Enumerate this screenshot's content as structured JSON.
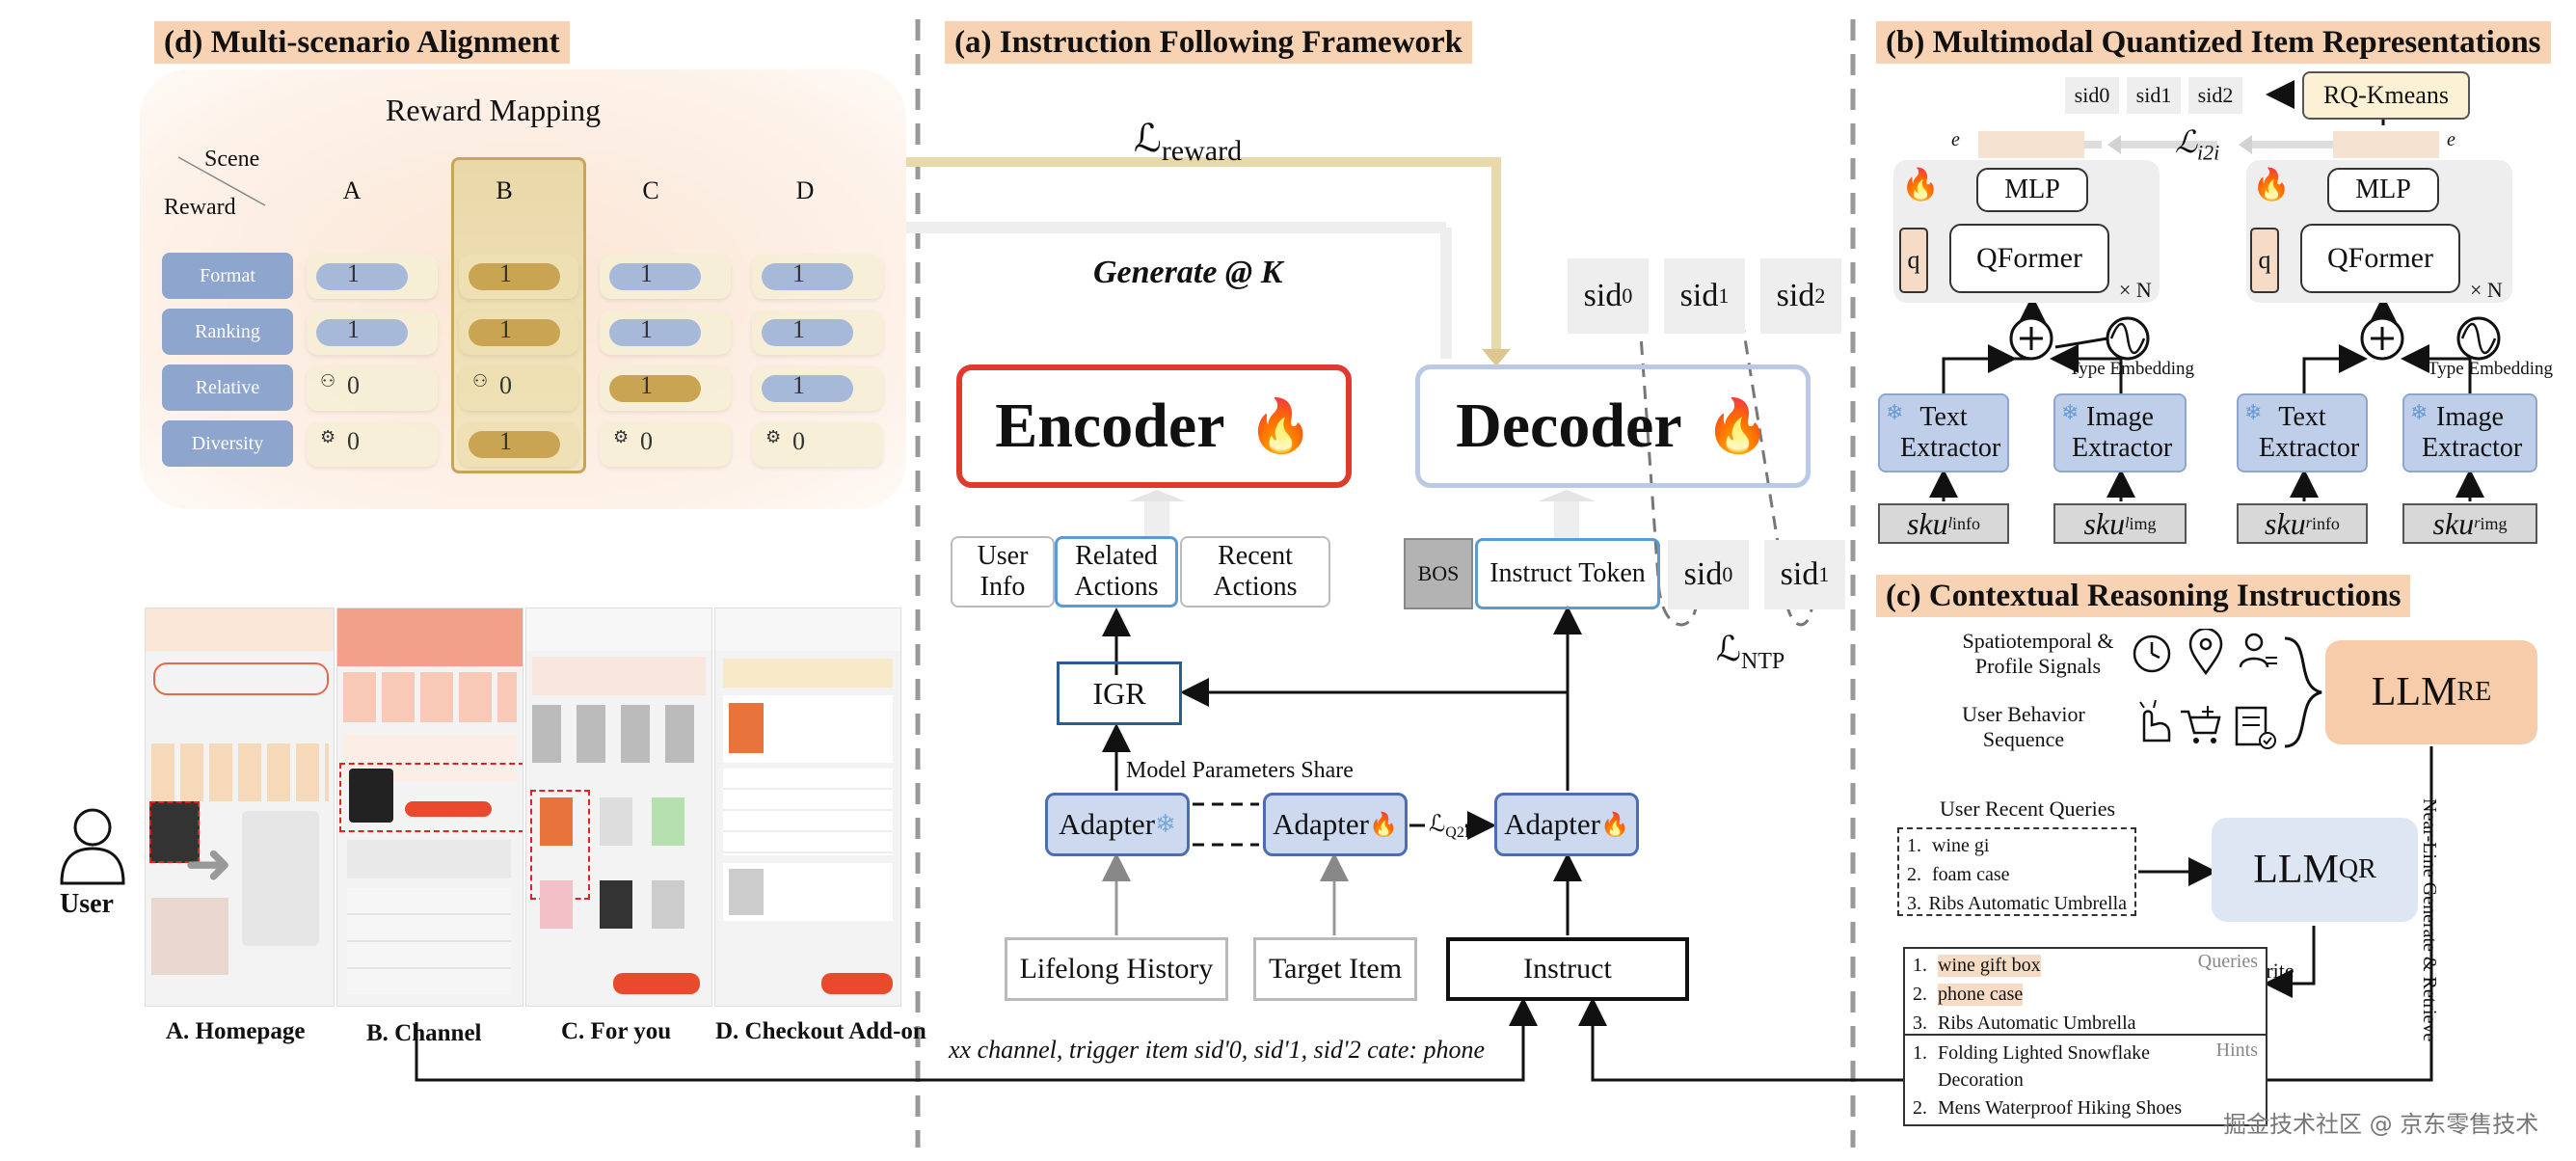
{
  "titles": {
    "d": "(d) Multi-scenario Alignment",
    "a": "(a) Instruction Following Framework",
    "b": "(b) Multimodal Quantized Item Representations",
    "c": "(c) Contextual Reasoning Instructions"
  },
  "reward_mapping": {
    "title": "Reward Mapping",
    "corner_scene": "Scene",
    "corner_reward": "Reward",
    "scenes": [
      "A",
      "B",
      "C",
      "D"
    ],
    "rows": [
      {
        "label": "Format",
        "values": [
          "1",
          "1",
          "1",
          "1"
        ]
      },
      {
        "label": "Ranking",
        "values": [
          "1",
          "1",
          "1",
          "1"
        ]
      },
      {
        "label": "Relative",
        "values": [
          "0",
          "0",
          "1",
          "1"
        ]
      },
      {
        "label": "Diversity",
        "values": [
          "0",
          "1",
          "0",
          "0"
        ]
      }
    ]
  },
  "screens": {
    "captions": [
      "A. Homepage",
      "B. Channel",
      "C. For you",
      "D. Checkout Add-on"
    ],
    "user_label": "User"
  },
  "framework": {
    "reward_label": "ℒ",
    "reward_sub": "reward",
    "generate": "Generate @ K",
    "encoder": "Encoder",
    "decoder": "Decoder",
    "fire": "🔥",
    "snow": "❄",
    "inputs": [
      "User Info",
      "Related Actions",
      "Recent Actions"
    ],
    "igr": "IGR",
    "share": "Model Parameters Share",
    "adapter": "Adapter",
    "q2i": "ℒ",
    "q2i_sub": "Q2I",
    "lifelong": "Lifelong History",
    "target": "Target Item",
    "instruct": "Instruct",
    "bos": "BOS",
    "instruct_token": "Instruct Token",
    "sid": "sid",
    "sid_subs": [
      "0",
      "1",
      "2"
    ],
    "ntp": "ℒ",
    "ntp_sub": "NTP",
    "bottom_text": "xx channel, trigger item sid'0, sid'1, sid'2 cate: phone"
  },
  "quantized": {
    "rq": "RQ-Kmeans",
    "sids": [
      "sid0",
      "sid1",
      "sid2"
    ],
    "i2i": "ℒ",
    "i2i_sub": "i2i",
    "mlp": "MLP",
    "qformer": "QFormer",
    "q": "q",
    "times_n": "× N",
    "type_embedding": "Type Embedding",
    "text_extractor": "Text Extractor",
    "image_extractor": "Image Extractor",
    "e_left": "e",
    "e_right": "e",
    "sku": "sku",
    "sku_sups": [
      "l",
      "l",
      "r",
      "r"
    ],
    "sku_subs": [
      "info",
      "img",
      "info",
      "img"
    ]
  },
  "reasoning": {
    "signals": "Spatiotemporal & Profile Signals",
    "behavior": "User Behavior Sequence",
    "llm_re": "LLM",
    "llm_re_sub": "RE",
    "recent_queries_title": "User Recent Queries",
    "recent_queries": [
      "wine gi",
      "foam case",
      "Ribs Automatic Umbrella"
    ],
    "llm_qr": "LLM",
    "llm_qr_sub": "QR",
    "rewrite": "Rewrite",
    "queries_label": "Queries",
    "queries": [
      "wine gift box",
      "phone case",
      "Ribs Automatic Umbrella"
    ],
    "hints_label": "Hints",
    "hints": [
      "Folding Lighted Snowflake Decoration",
      "Mens Waterproof Hiking Shoes"
    ],
    "near_line": "Near-Line Generate & Retrieve"
  },
  "watermark": "掘金技术社区 @ 京东零售技术",
  "colors": {
    "section_title_bg": "#f7d2b3",
    "encoder_border": "#e03a2f",
    "decoder_border": "#b9c9e6",
    "adapter_bg": "#cdd9ef",
    "llm_re_bg": "#f6ccab",
    "llm_qr_bg": "#dfe6f3",
    "reward_arrow": "#e7d6a4"
  }
}
